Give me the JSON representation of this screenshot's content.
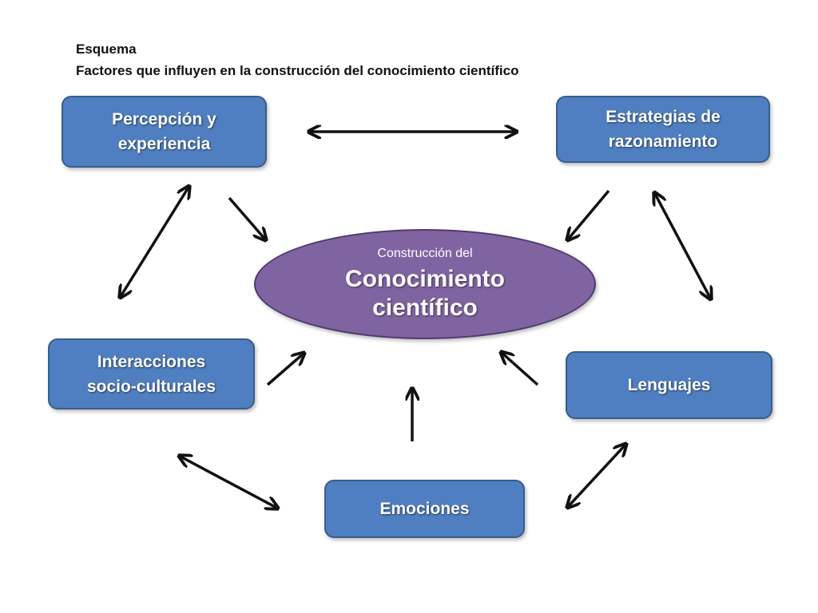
{
  "heading": {
    "line1": "Esquema",
    "line2": "Factores que influyen en la construcción del conocimiento científico"
  },
  "center": {
    "small": "Construcción del",
    "big_line1": "Conocimiento",
    "big_line2": "científico"
  },
  "boxes": {
    "percepcion": {
      "line1": "Percepción y",
      "line2": "experiencia"
    },
    "estrategias": {
      "line1": "Estrategias de",
      "line2": "razonamiento"
    },
    "interacciones": {
      "line1": "Interacciones",
      "line2": "socio-culturales"
    },
    "lenguajes": {
      "label": "Lenguajes"
    },
    "emociones": {
      "label": "Emociones"
    }
  },
  "colors": {
    "box_fill": "#4f7fc0",
    "box_border": "#365d8f",
    "ellipse_fill": "#8063a1",
    "arrow": "#111111"
  }
}
